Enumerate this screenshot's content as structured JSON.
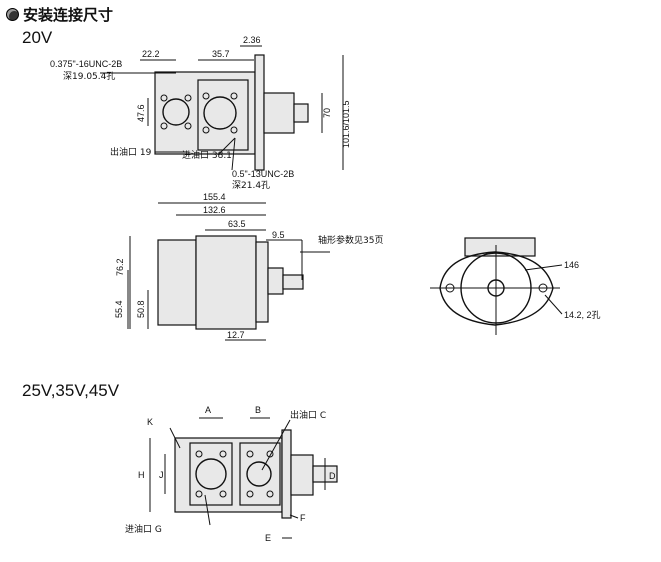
{
  "header": {
    "title": "安装连接尺寸"
  },
  "sections": {
    "s20v": "20V",
    "s25v": "25V,35V,45V"
  },
  "v20_top": {
    "d1": "22.2",
    "d2": "35.7",
    "d3": "2.36",
    "thread1": "0.375\"-16UNC-2B",
    "depth1": "深19.05.4孔",
    "d4": "47.6",
    "d5": "70",
    "d6": "101.6/101.5",
    "outlet": "出油口 19",
    "inlet": "进油口 38.1",
    "thread2": "0.5\"-13UNC-2B",
    "depth2": "深21.4孔"
  },
  "v20_side": {
    "d1": "155.4",
    "d2": "132.6",
    "d3": "63.5",
    "d4": "9.5",
    "shaft": "轴形参数见35页",
    "d5": "76.2",
    "d6": "55.4",
    "d7": "50.8",
    "d8": "12.7"
  },
  "v20_flange": {
    "d1": "146",
    "holes": "14.2, 2孔"
  },
  "v25": {
    "k": "K",
    "a": "A",
    "b": "B",
    "outlet": "出油口 C",
    "h": "H",
    "j": "J",
    "d": "D",
    "f": "F",
    "inlet": "进油口 G",
    "e": "E"
  }
}
